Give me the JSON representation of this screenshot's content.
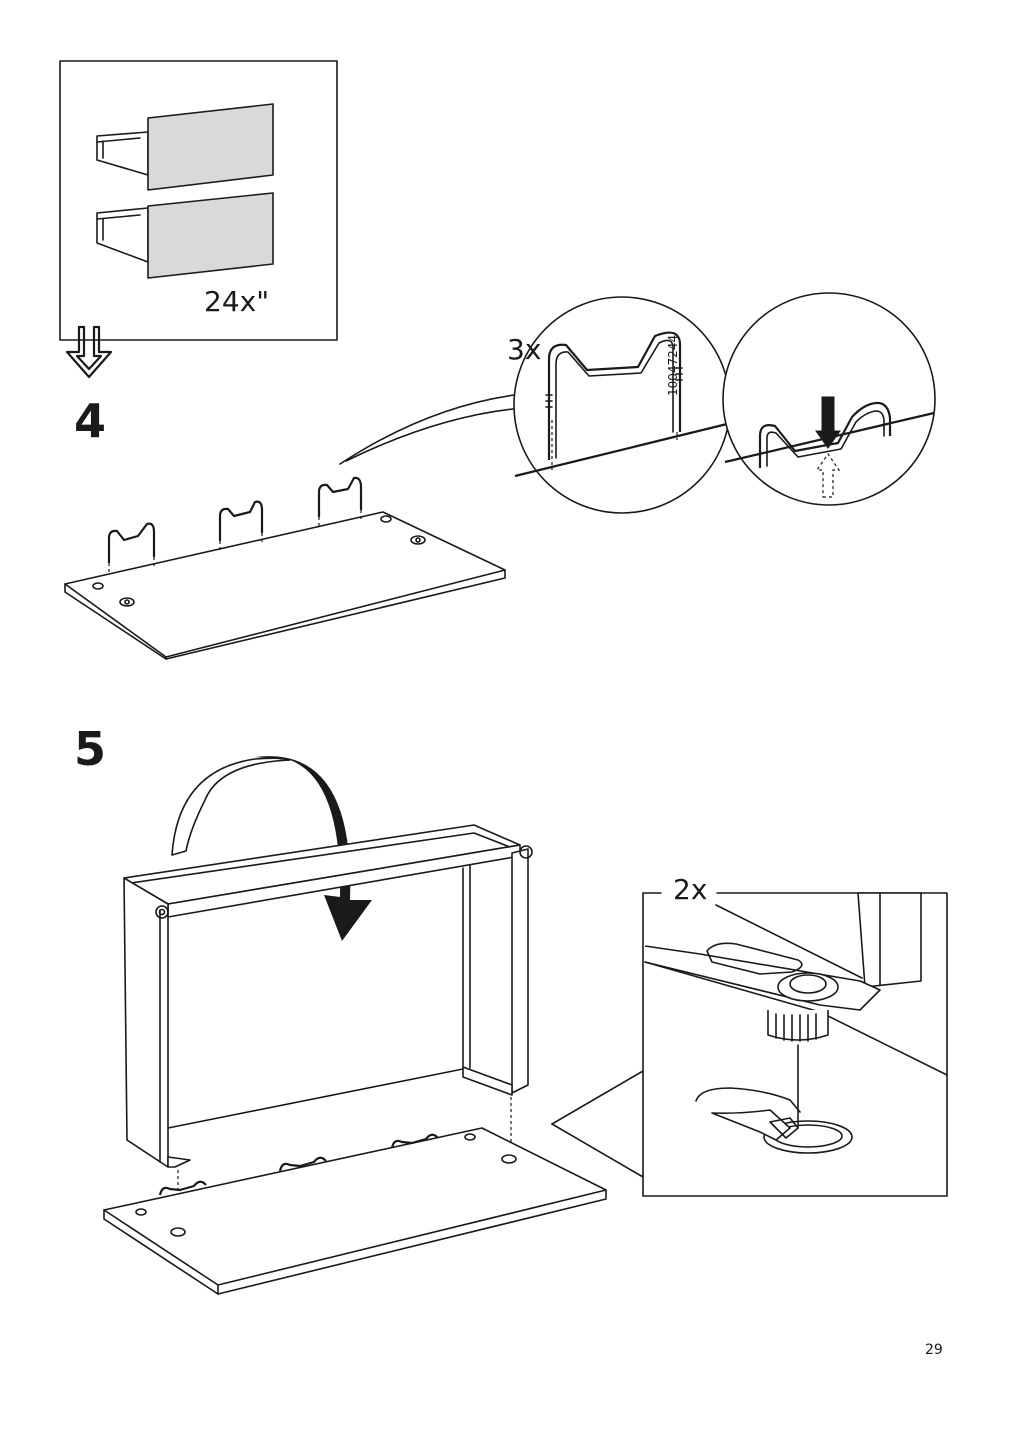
{
  "note": {
    "quantity_text": "24x\""
  },
  "step4": {
    "number": "4",
    "quantity_text": "3x",
    "part_number": "10047244"
  },
  "step5": {
    "number": "5",
    "quantity_text": "2x"
  },
  "page_number": "29",
  "icons": [
    "drawer-fronts-icon",
    "continue-arrow-icon",
    "turn-over-arrow-icon",
    "insert-arrow-icon"
  ]
}
